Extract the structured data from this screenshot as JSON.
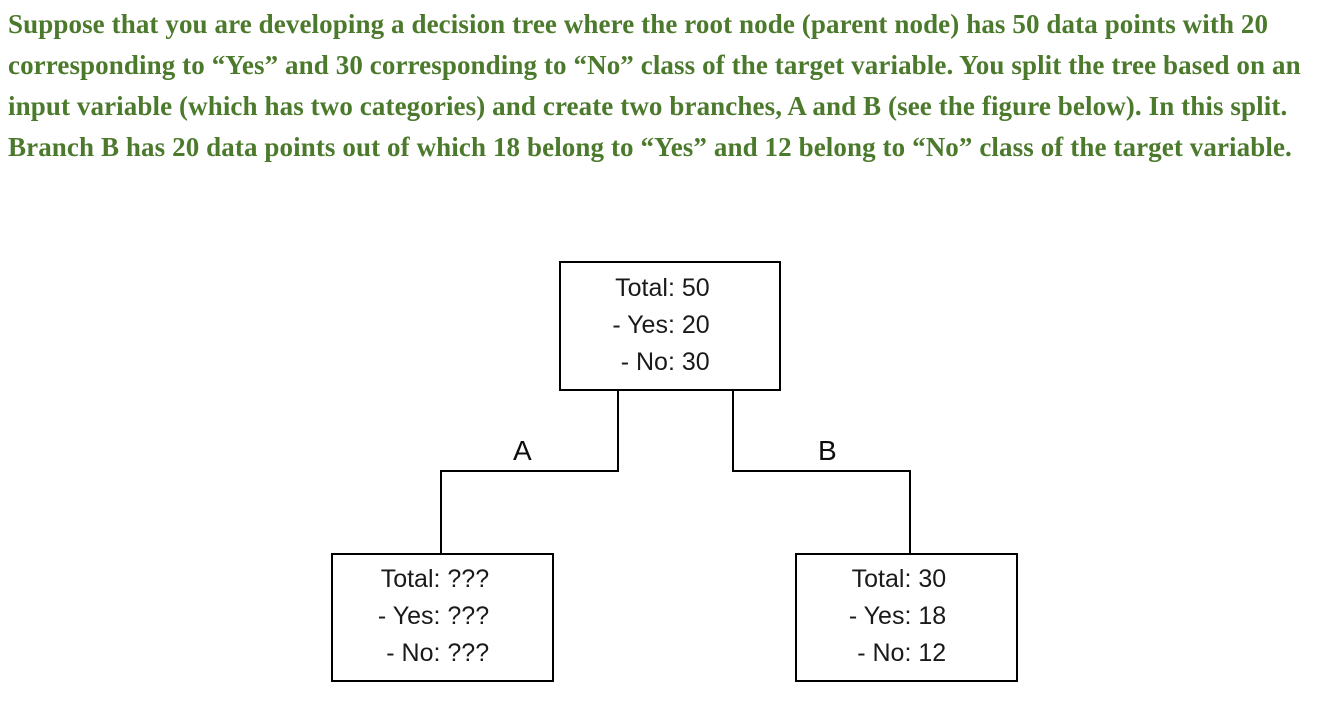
{
  "question": {
    "text": "Suppose that you are developing a decision tree where the root node (parent node) has 50 data points with 20 corresponding to “Yes” and 30 corresponding to “No” class of the target variable. You split the tree based on an input variable (which has two categories) and create two branches, A and B (see the figure below). In this split. Branch B has 20 data points out of which 18 belong to “Yes” and 12 belong to “No” class of the target variable.",
    "color": "#4c7a2c"
  },
  "chart_data": {
    "type": "diagram",
    "title": "Decision tree split diagram",
    "nodes": [
      {
        "id": "root",
        "role": "parent-node",
        "lines": [
          "Total: 50",
          "- Yes: 20",
          "- No: 30"
        ],
        "total": 50,
        "yes": 20,
        "no": 30
      },
      {
        "id": "left",
        "role": "child-node-a",
        "lines": [
          "Total: ???",
          "- Yes: ???",
          "- No: ???"
        ],
        "total": "???",
        "yes": "???",
        "no": "???"
      },
      {
        "id": "right",
        "role": "child-node-b",
        "lines": [
          "Total: 30",
          "- Yes: 18",
          "- No: 12"
        ],
        "total": 30,
        "yes": 18,
        "no": 12
      }
    ],
    "edges": [
      {
        "from": "root",
        "to": "left",
        "label": "A"
      },
      {
        "from": "root",
        "to": "right",
        "label": "B"
      }
    ],
    "line_color": "#000000",
    "node_border_color": "#000000",
    "node_fill": "#ffffff"
  },
  "tree": {
    "root": {
      "line1": "Total: 50",
      "line2": "- Yes: 20",
      "line3": "- No: 30"
    },
    "left": {
      "line1": "Total: ???",
      "line2": "- Yes: ???",
      "line3": "- No: ???"
    },
    "right": {
      "line1": "Total: 30",
      "line2": "- Yes: 18",
      "line3": "- No: 12"
    },
    "branch_a_label": "A",
    "branch_b_label": "B"
  }
}
